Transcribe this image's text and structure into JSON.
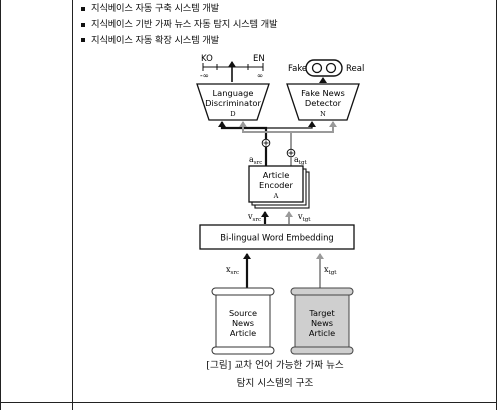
{
  "bullets": [
    "지식베이스 자동 구축 시스템 개발",
    "지식베이스 기반 가짜 뉴스 자동 탐지 시스템 개발",
    "지식베이스 자동 확장 시스템 개발"
  ],
  "diagram": {
    "ko_label": "KO",
    "en_label": "EN",
    "neg_inf": "-∞",
    "pos_inf": "∞",
    "fake_label": "Fake",
    "real_label": "Real",
    "lang_disc_line1": "Language",
    "lang_disc_line2": "Discriminator",
    "lang_disc_letter": "D",
    "fake_det_line1": "Fake News",
    "fake_det_line2": "Detector",
    "fake_det_letter": "N",
    "a_src": "a",
    "a_src_sub": "src",
    "a_tgt": "a",
    "a_tgt_sub": "tgt",
    "encoder_line1": "Article",
    "encoder_line2": "Encoder",
    "encoder_letter": "A",
    "v_src": "v",
    "v_src_sub": "src",
    "v_tgt": "v",
    "v_tgt_sub": "tgt",
    "embedding": "Bi-lingual Word Embedding",
    "x_src": "x",
    "x_src_sub": "src",
    "x_tgt": "x",
    "x_tgt_sub": "tgt",
    "source_line1": "Source",
    "source_line2": "News",
    "source_line3": "Article",
    "target_line1": "Target",
    "target_line2": "News",
    "target_line3": "Article"
  },
  "caption": {
    "line1": "[그림] 교차 언어 가능한 가짜 뉴스",
    "line2": "탐지 시스템의 구조"
  }
}
